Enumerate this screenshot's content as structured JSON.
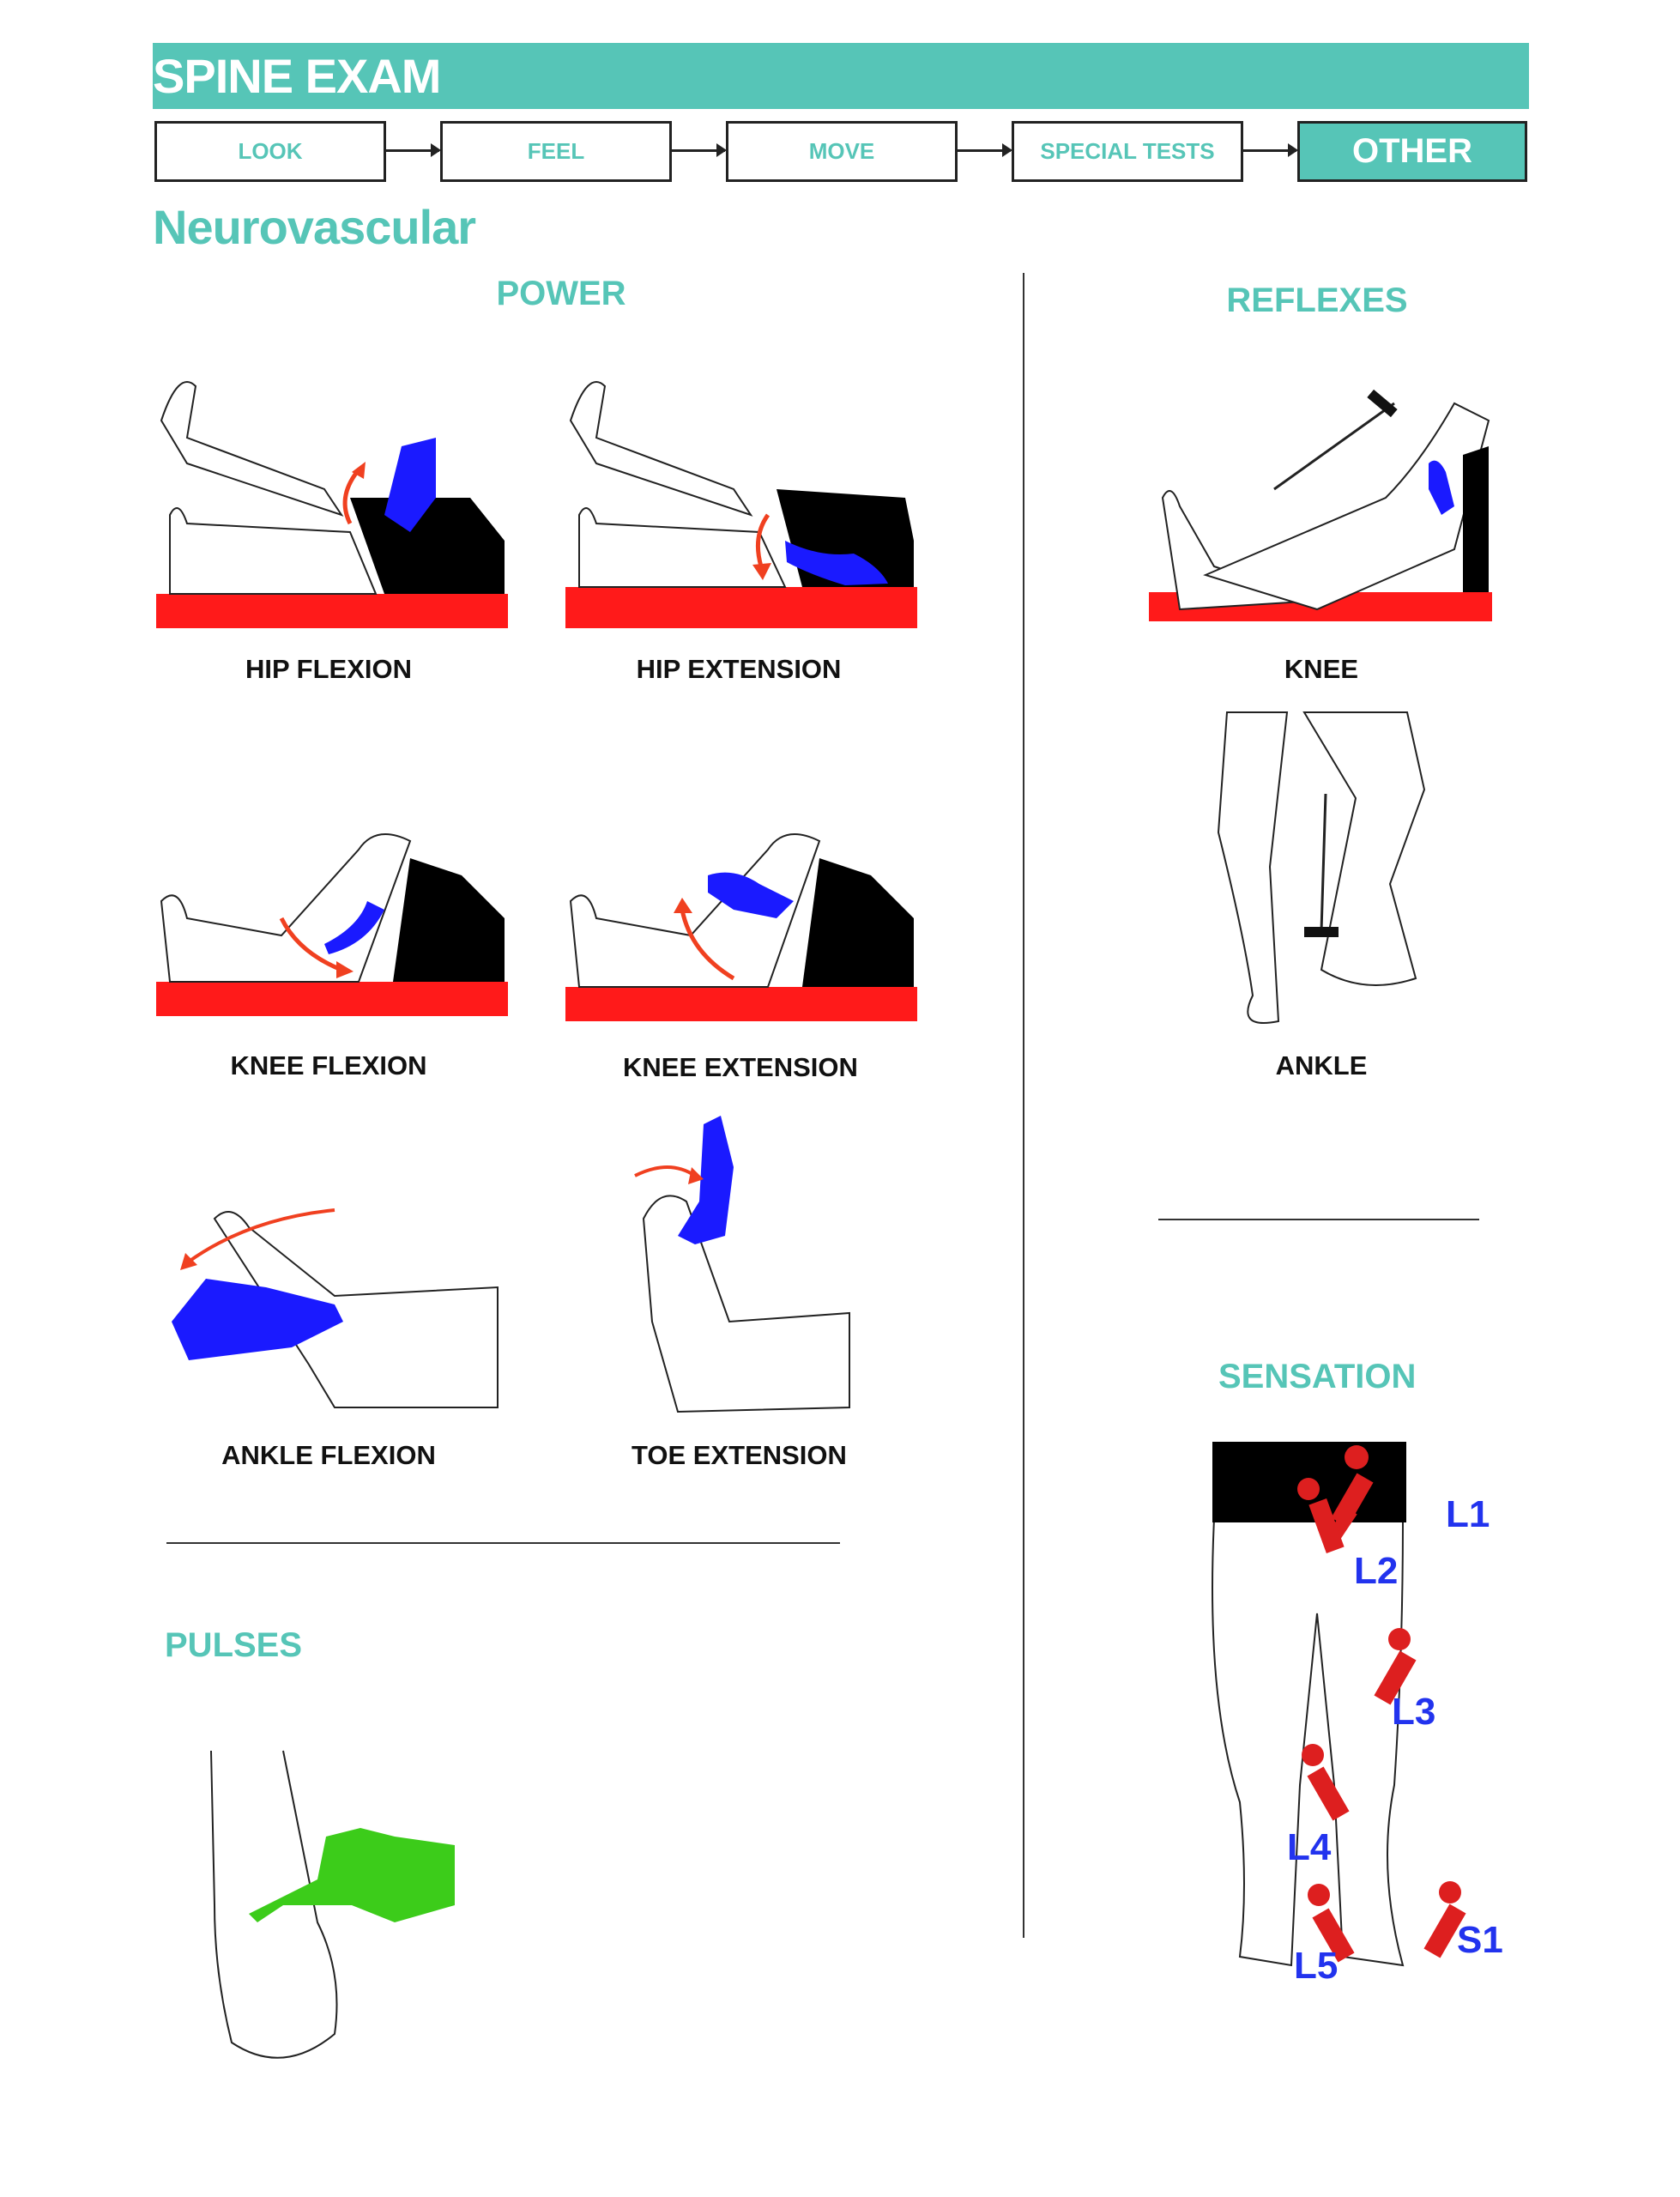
{
  "header": {
    "title": "SPINE EXAM"
  },
  "nav": {
    "steps": [
      {
        "label": "LOOK"
      },
      {
        "label": "FEEL"
      },
      {
        "label": "MOVE"
      },
      {
        "label": "SPECIAL TESTS"
      },
      {
        "label": "OTHER",
        "active": true
      }
    ]
  },
  "section": {
    "title": "Neurovascular"
  },
  "power": {
    "title": "POWER",
    "tests": [
      {
        "label": "HIP FLEXION"
      },
      {
        "label": "HIP EXTENSION"
      },
      {
        "label": "KNEE FLEXION"
      },
      {
        "label": "KNEE EXTENSION"
      },
      {
        "label": "ANKLE FLEXION"
      },
      {
        "label": "TOE EXTENSION"
      }
    ]
  },
  "pulses": {
    "title": "PULSES"
  },
  "reflexes": {
    "title": "REFLEXES",
    "tests": [
      {
        "label": "KNEE"
      },
      {
        "label": "ANKLE"
      }
    ]
  },
  "sensation": {
    "title": "SENSATION",
    "dermatomes": [
      "L1",
      "L2",
      "L3",
      "L4",
      "L5",
      "S1"
    ]
  },
  "colors": {
    "accent": "#56c5b7",
    "examiner_hand": "#1a1aff",
    "pulse_hand": "#3ccc1a",
    "bed": "#ff1a1a",
    "direction_arrow": "#f04020",
    "pin": "#dd1f1f",
    "dermatome_label": "#2233ee"
  }
}
